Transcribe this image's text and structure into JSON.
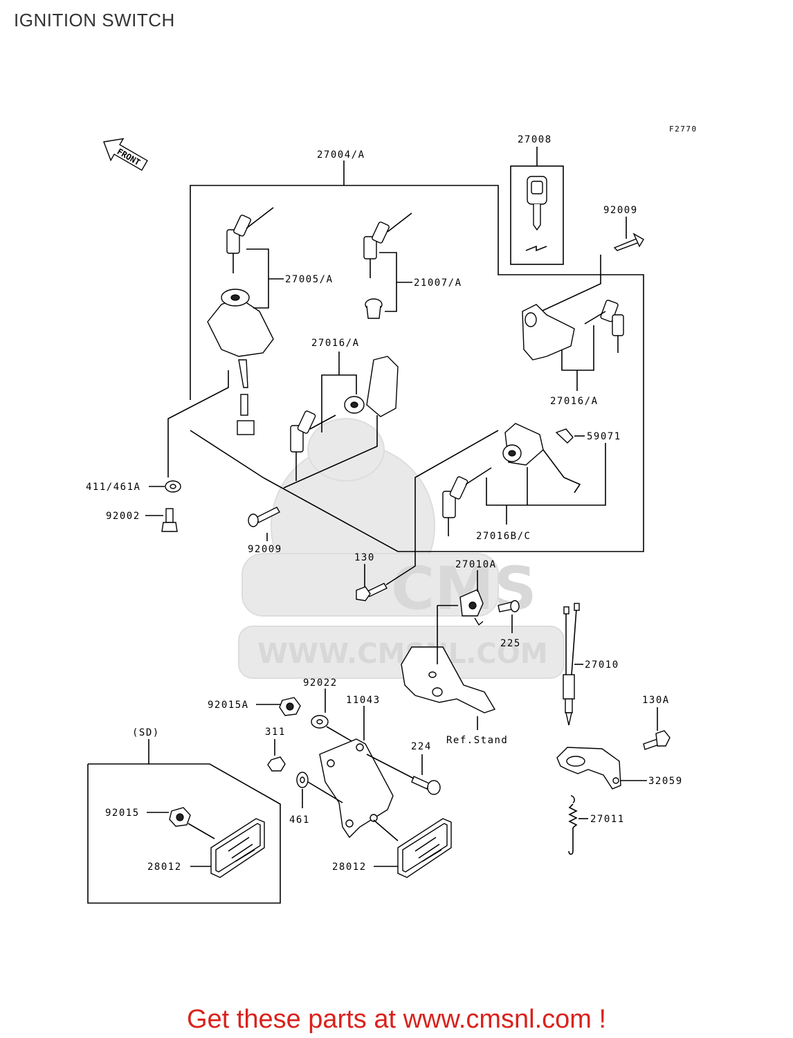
{
  "page": {
    "title": "IGNITION SWITCH",
    "figure_code": "F2770"
  },
  "front_arrow": {
    "label": "FRONT"
  },
  "watermark": {
    "text": "WWW.CMSNL.COM",
    "brand": "CMS"
  },
  "callouts": {
    "c27004A": "27004/A",
    "c27008": "27008",
    "c92009_top": "92009",
    "c27005A": "27005/A",
    "c21007A": "21007/A",
    "c27016A_mid": "27016/A",
    "c27016A_right": "27016/A",
    "c59071": "59071",
    "c411_461A": "411/461A",
    "c92002": "92002",
    "c92009_mid": "92009",
    "c27016BC": "27016B/C",
    "c130": "130",
    "c27010A": "27010A",
    "c225": "225",
    "c27010": "27010",
    "c92022": "92022",
    "c92015A": "92015A",
    "c11043": "11043",
    "c311": "311",
    "c224": "224",
    "c130A": "130A",
    "c_ref_stand": "Ref.Stand",
    "c32059": "32059",
    "c_sd": "(SD)",
    "c461": "461",
    "c27011": "27011",
    "c92015": "92015",
    "c28012_left": "28012",
    "c28012_right": "28012"
  },
  "footer": {
    "cta": "Get these parts at www.cmsnl.com !"
  },
  "colors": {
    "cta": "#d9221c",
    "line": "#000000",
    "watermark": "#e6e6e6"
  }
}
